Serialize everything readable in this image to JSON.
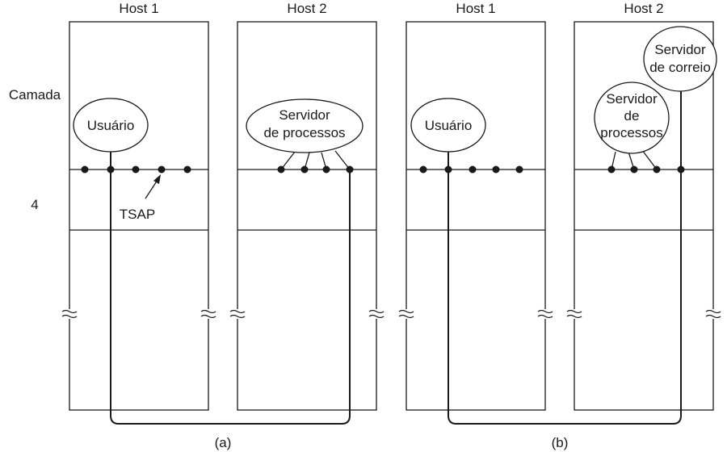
{
  "layer_label": {
    "line1": "Camada",
    "line2": "4"
  },
  "tsap_label": "TSAP",
  "panels": [
    {
      "caption": "(a)",
      "hosts": [
        {
          "title": "Host 1",
          "process": [
            "Usuário"
          ]
        },
        {
          "title": "Host 2",
          "process": [
            "Servidor",
            "de processos"
          ]
        }
      ]
    },
    {
      "caption": "(b)",
      "hosts": [
        {
          "title": "Host 1",
          "process": [
            "Usuário"
          ]
        },
        {
          "title": "Host 2",
          "process": [
            "Servidor",
            "de",
            "processos"
          ],
          "mail_server": [
            "Servidor",
            "de correio"
          ]
        }
      ]
    }
  ]
}
